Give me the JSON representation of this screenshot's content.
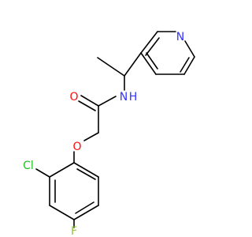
{
  "atoms": {
    "N_pyridine": {
      "label": "N",
      "color": "#3333ff"
    },
    "N_amide": {
      "label": "N",
      "color": "#3333ff"
    },
    "H_amide": {
      "label": "H",
      "color": "#3333ff"
    },
    "O_carbonyl": {
      "label": "O",
      "color": "#ff0d0d"
    },
    "O_ether": {
      "label": "O",
      "color": "#ff0d0d"
    },
    "Cl": {
      "label": "Cl",
      "color": "#1fc21f"
    },
    "F": {
      "label": "F",
      "color": "#8fc43a"
    }
  },
  "bond_color": "#000000"
}
